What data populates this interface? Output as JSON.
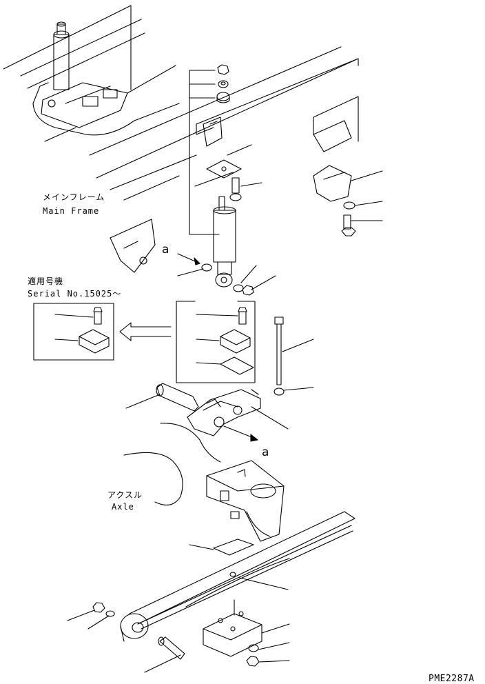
{
  "labels": {
    "main_frame_jp": "メインフレーム",
    "main_frame_en": "Main Frame",
    "serial_jp": "適用号機",
    "serial_en": "Serial No.15025～",
    "axle_jp": "アクスル",
    "axle_en": "Axle",
    "ref_a_top": "a",
    "ref_a_bottom": "a",
    "drawing_code": "PME2287A"
  }
}
